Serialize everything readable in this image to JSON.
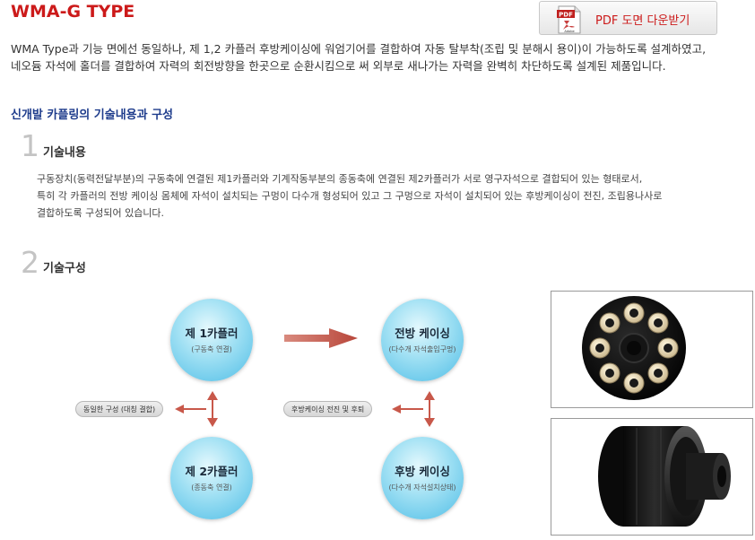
{
  "header": {
    "title": "WMA-G TYPE",
    "pdf_button": {
      "icon": "pdf-file-icon",
      "icon_text": "PDF",
      "icon_brand": "Adobe",
      "label": "PDF 도면 다운받기"
    }
  },
  "intro": {
    "line1": "WMA Type과 기능 면에선 동일하나, 제 1,2 카플러 후방케이싱에 워엄기어를 결합하여 자동 탈부착(조립 및 분해시 용이)이 가능하도록 설계하였고,",
    "line2": "네오듐 자석에 홀더를 결합하여 자력의 회전방향을 한곳으로 순환시킴으로 써 외부로 새나가는 자력을 완벽히 차단하도록 설계된 제품입니다."
  },
  "section": {
    "title": "신개발 카플링의 기술내용과 구성",
    "item1": {
      "number": "1",
      "heading": "기술내용",
      "lines": [
        "구동장치(동력전달부분)의 구동축에 연결된 제1카플러와 기계작동부분의 종동축에 연결된 제2카플러가 서로 영구자석으로 결합되어 있는 형태로서,",
        "특히 각 카플러의 전방 케이싱 몸체에 자석이 설치되는 구멍이 다수개 형성되어 있고 그 구멍으로 자석이 설치되어 있는 후방케이싱이 전진, 조립용나사로",
        "결합하도록 구성되어 있습니다."
      ]
    },
    "item2": {
      "number": "2",
      "heading": "기술구성"
    }
  },
  "diagram": {
    "nodes": [
      {
        "title": "제 1카플러",
        "sub": "(구동축 연결)"
      },
      {
        "title": "전방 케이싱",
        "sub": "(다수개 자석출입구멍)"
      },
      {
        "title": "제 2카플러",
        "sub": "(종동축 연결)"
      },
      {
        "title": "후방 케이싱",
        "sub": "(다수개 자석설치상태)"
      }
    ],
    "pills": [
      "동일한 구성 (대칭 결합)",
      "후방케이싱 전진 및 후퇴"
    ],
    "arrow_color": "#c8584a"
  },
  "photos": [
    {
      "icon": "coupling-front-photo"
    },
    {
      "icon": "coupling-side-photo"
    }
  ]
}
